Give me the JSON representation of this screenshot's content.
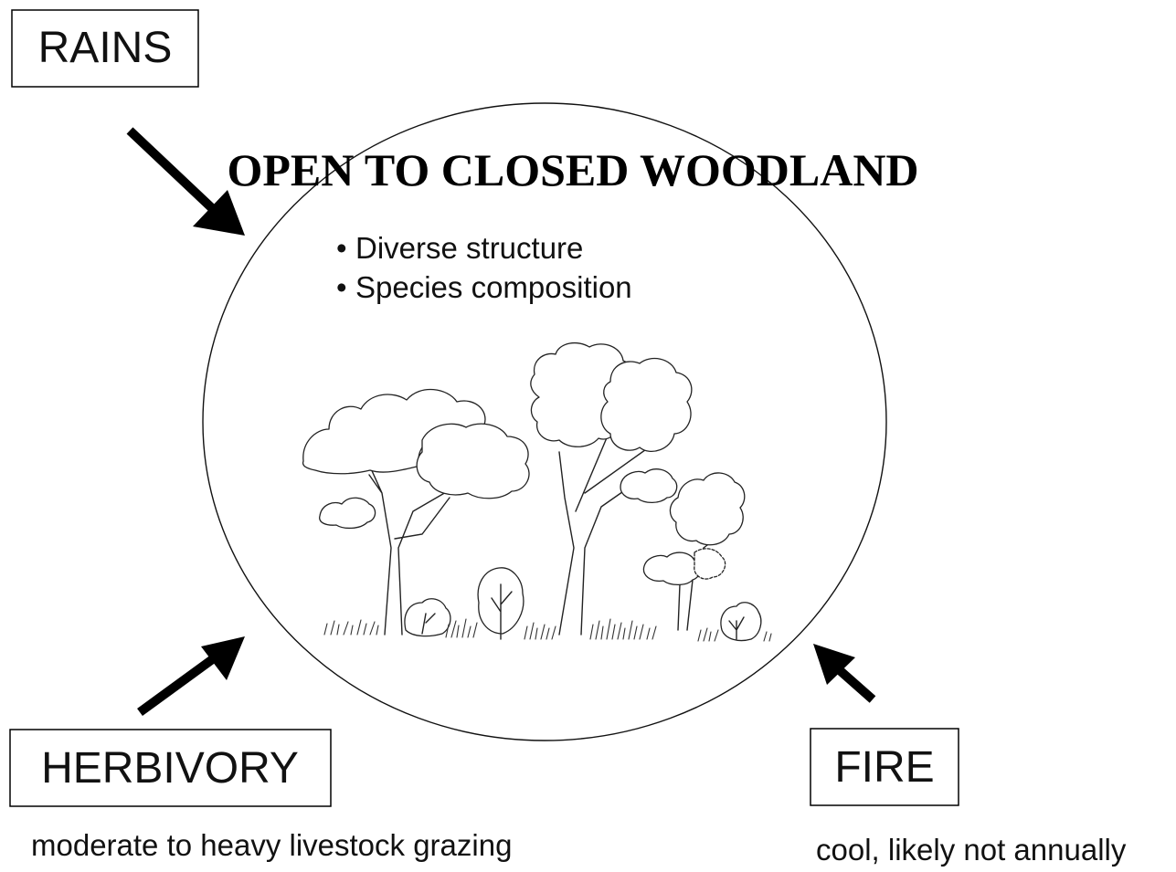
{
  "title": "OPEN TO CLOSED WOODLAND",
  "bullets": [
    "Diverse structure",
    "Species composition"
  ],
  "factors": {
    "rains": {
      "label": "RAINS"
    },
    "herbivory": {
      "label": "HERBIVORY",
      "description": "moderate to heavy livestock grazing"
    },
    "fire": {
      "label": "FIRE",
      "description": "cool, likely not annually"
    }
  },
  "colors": {
    "ink": "#000000",
    "background": "#ffffff"
  }
}
